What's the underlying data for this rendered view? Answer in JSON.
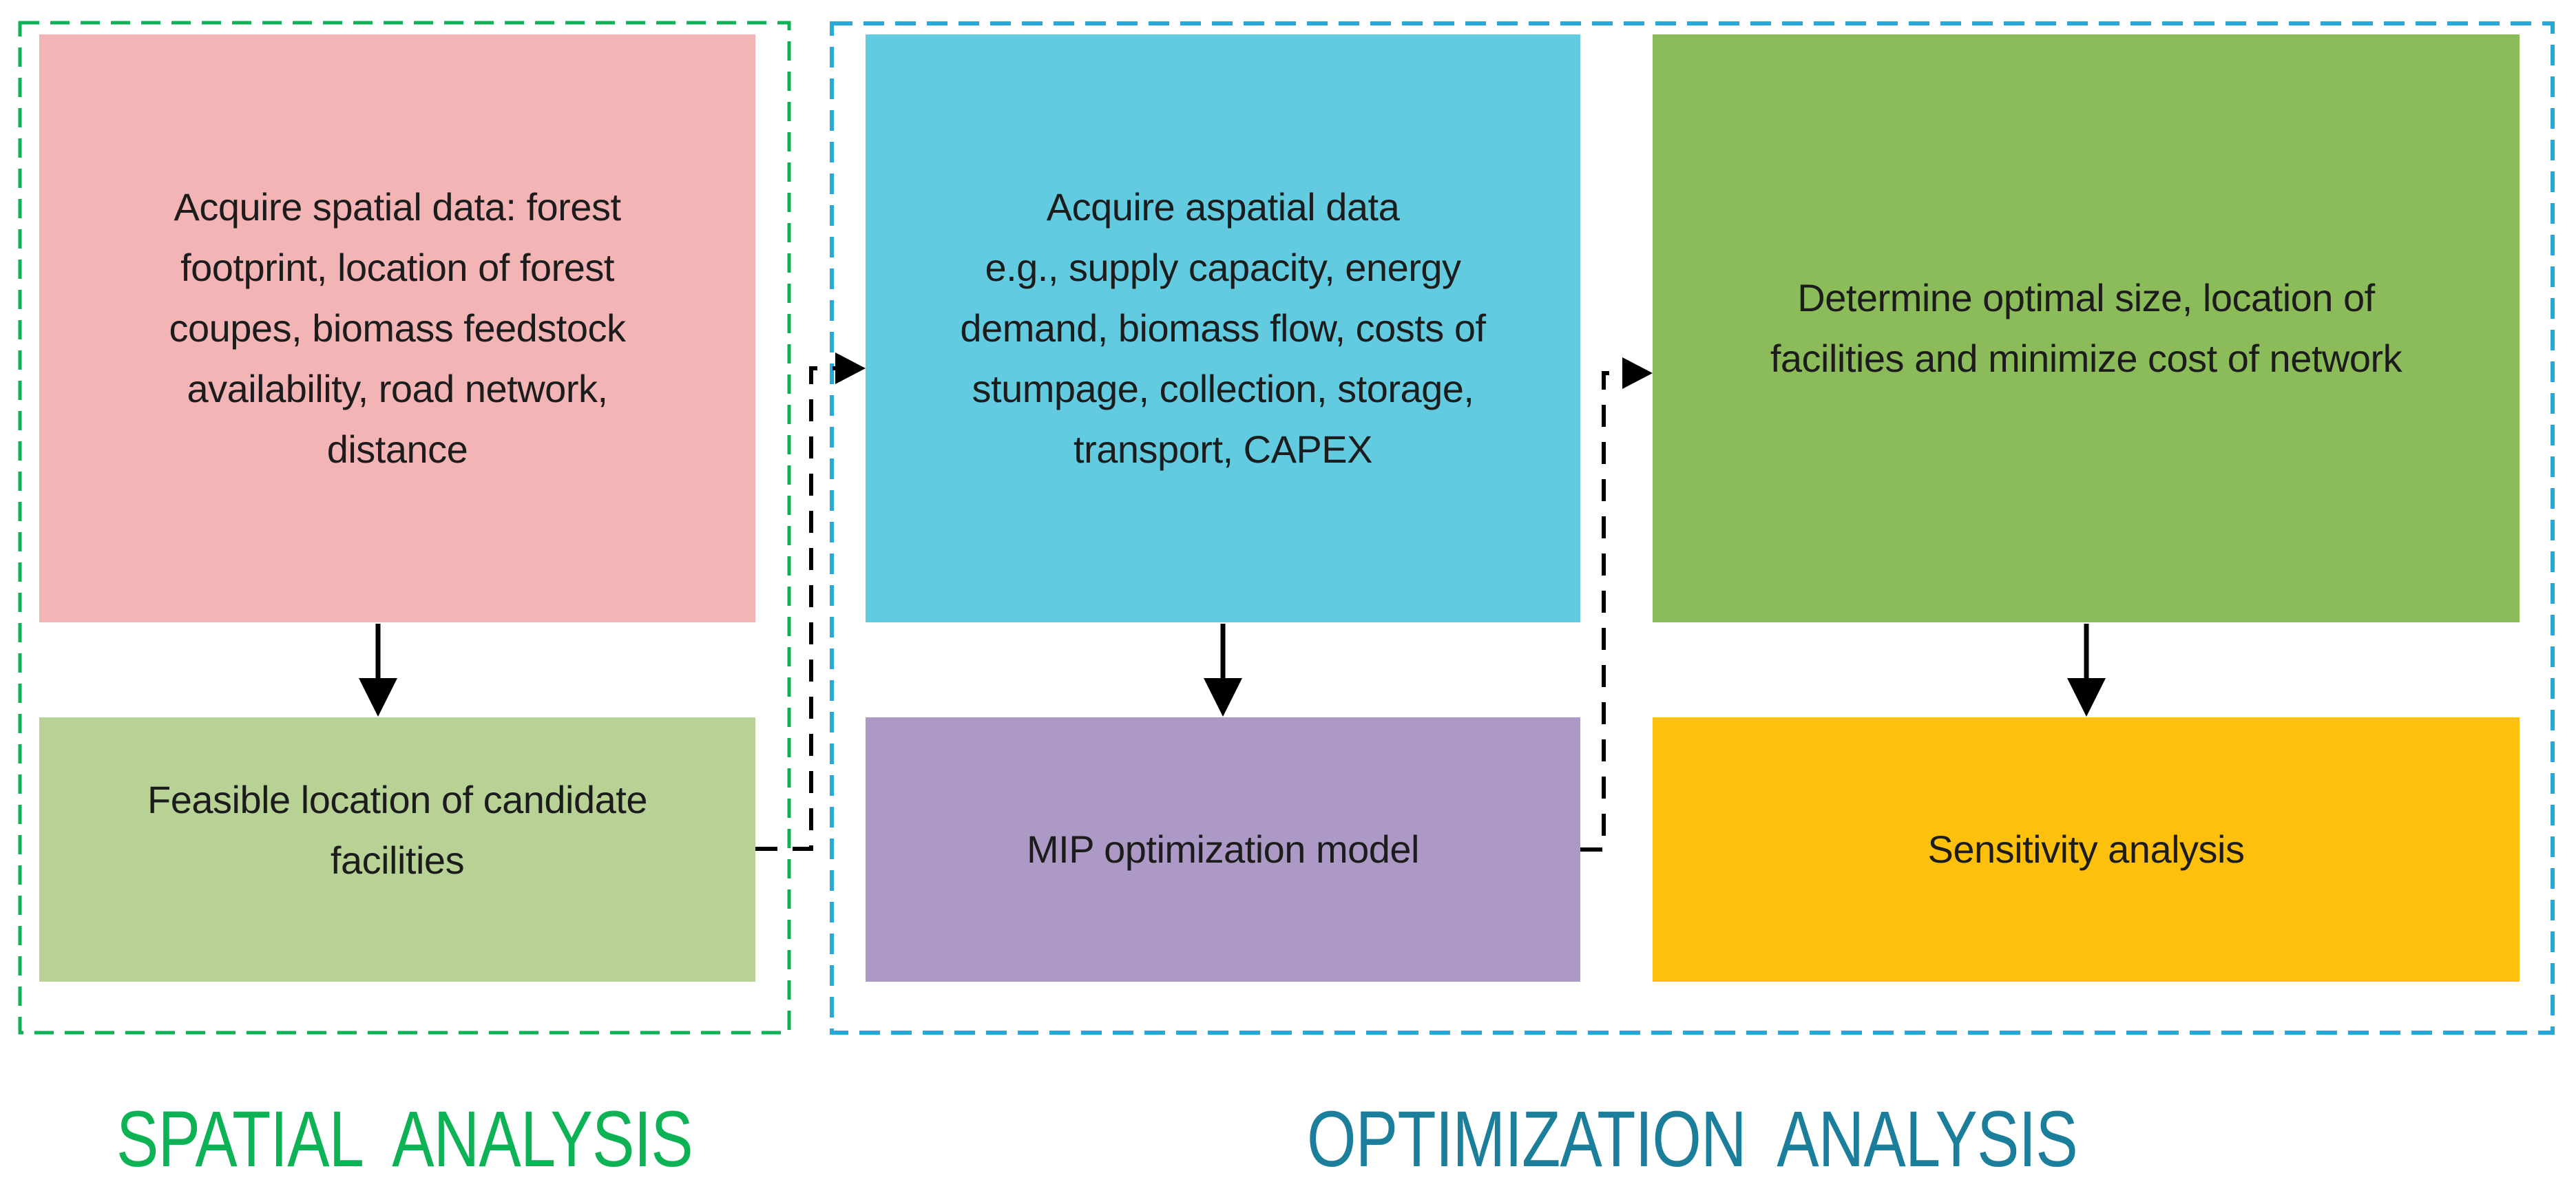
{
  "colors": {
    "background": "#ffffff",
    "pink_box": "#f2b4b4",
    "cyan_box": "#62cbe0",
    "olive_box": "#8cbc5a",
    "light_green_box": "#b7d294",
    "purple_box": "#ac99c5",
    "yellow_box": "#fdc00d",
    "spatial_border": "#0db254",
    "spatial_label": "#0db254",
    "optimization_border": "#28a8d8",
    "optimization_label": "#1b7f9b",
    "connector_black": "#000000",
    "box_text": "#1c1c1c"
  },
  "boxes": {
    "acquire_spatial": {
      "text": "Acquire spatial data: forest\nfootprint, location of forest\ncoupes, biomass feedstock\navailability, road network,\ndistance"
    },
    "feasible_location": {
      "text": "Feasible location of candidate\nfacilities"
    },
    "acquire_aspatial": {
      "text": "Acquire aspatial data\ne.g., supply capacity, energy\ndemand, biomass flow, costs of\nstumpage, collection, storage,\ntransport, CAPEX"
    },
    "mip_model": {
      "text": "MIP optimization model"
    },
    "determine_optimal": {
      "text": "Determine optimal size, location of\nfacilities and minimize cost of network"
    },
    "sensitivity": {
      "text": "Sensitivity analysis"
    }
  },
  "labels": {
    "spatial": "SPATIAL  ANALYSIS",
    "optimization": "OPTIMIZATION  ANALYSIS"
  }
}
